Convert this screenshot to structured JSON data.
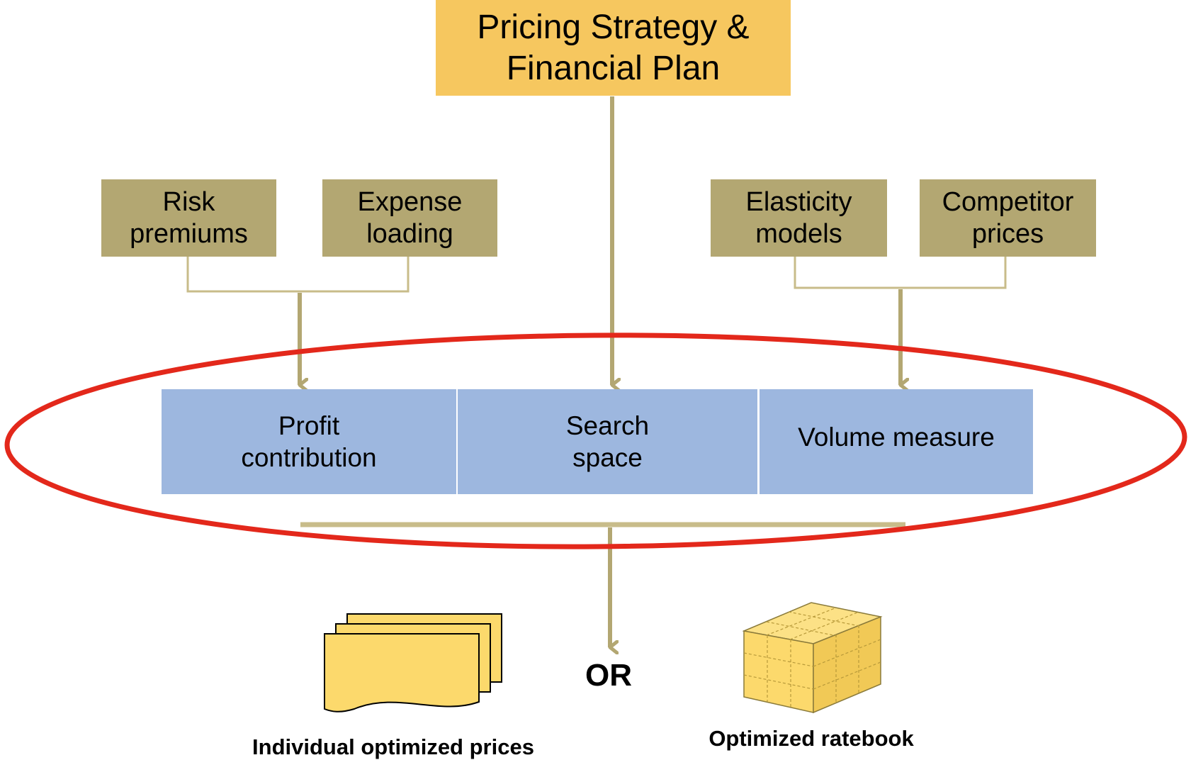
{
  "top": {
    "label": "Pricing Strategy &\nFinancial Plan"
  },
  "inputs": [
    {
      "label": "Risk\npremiums"
    },
    {
      "label": "Expense\nloading"
    },
    {
      "label": "Elasticity\nmodels"
    },
    {
      "label": "Competitor\nprices"
    }
  ],
  "components": [
    {
      "label": "Profit\ncontribution"
    },
    {
      "label": "Search\nspace"
    },
    {
      "label": "Volume measure"
    }
  ],
  "or_label": "OR",
  "outputs": {
    "individual": "Individual optimized prices",
    "ratebook": "Optimized ratebook"
  },
  "colors": {
    "top_box": "#f6c75f",
    "input_box": "#b3a772",
    "component_box": "#9db7df",
    "connector": "#b3a772",
    "ellipse": "#e3281b",
    "output_icon": "#fcd96c"
  }
}
